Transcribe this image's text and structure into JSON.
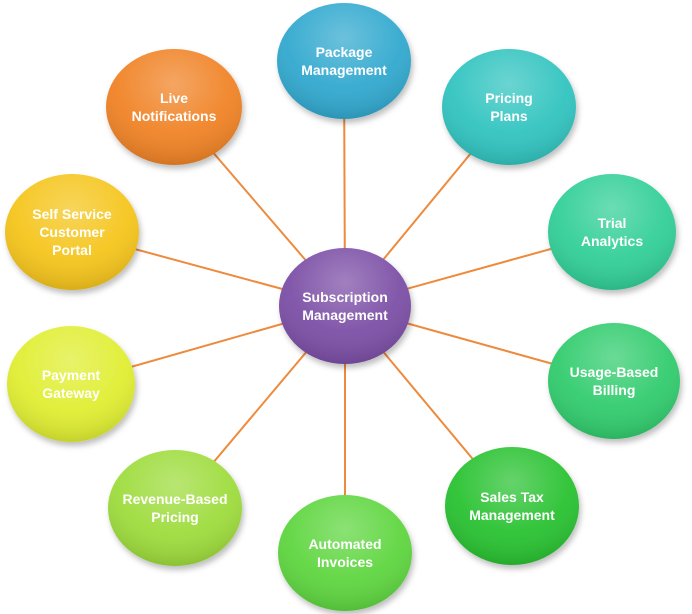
{
  "center": {
    "lines": [
      "Subscription",
      "Management"
    ],
    "color": "#7b4fa6"
  },
  "nodes": [
    {
      "id": "package-management",
      "lines": [
        "Package",
        "Management"
      ],
      "color": "#33a9cf"
    },
    {
      "id": "pricing-plans",
      "lines": [
        "Pricing",
        "Plans"
      ],
      "color": "#33c4c0"
    },
    {
      "id": "trial-analytics",
      "lines": [
        "Trial",
        "Analytics"
      ],
      "color": "#33cf98"
    },
    {
      "id": "usage-based-billing",
      "lines": [
        "Usage-Based",
        "Billing"
      ],
      "color": "#30cc6e"
    },
    {
      "id": "sales-tax-management",
      "lines": [
        "Sales Tax",
        "Management"
      ],
      "color": "#2cc233"
    },
    {
      "id": "automated-invoices",
      "lines": [
        "Automated",
        "Invoices"
      ],
      "color": "#5fd640"
    },
    {
      "id": "revenue-based-pricing",
      "lines": [
        "Revenue-Based",
        "Pricing"
      ],
      "color": "#9edc3e"
    },
    {
      "id": "payment-gateway",
      "lines": [
        "Payment",
        "Gateway"
      ],
      "color": "#e0ee33"
    },
    {
      "id": "self-service-customer-portal",
      "lines": [
        "Self Service",
        "Customer",
        "Portal"
      ],
      "color": "#f5c51f"
    },
    {
      "id": "live-notifications",
      "lines": [
        "Live",
        "Notifications"
      ],
      "color": "#f08328"
    }
  ],
  "connector_color": "#ee8a3c"
}
